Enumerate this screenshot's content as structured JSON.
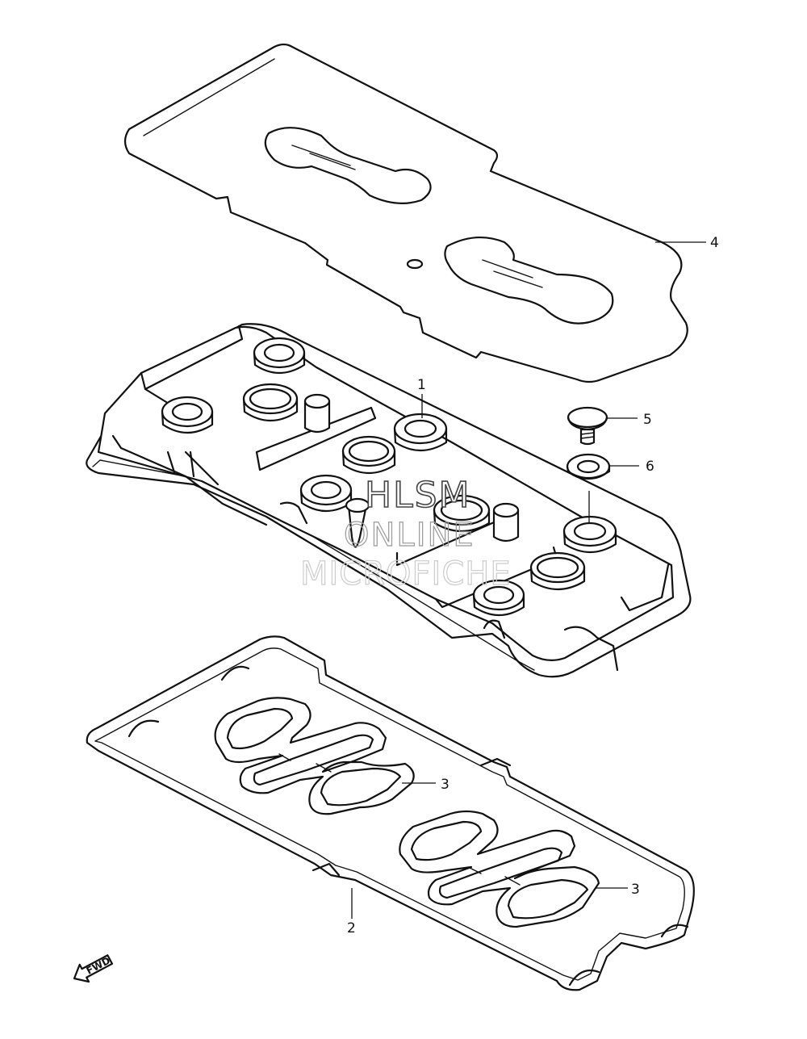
{
  "callouts": [
    {
      "id": "1",
      "label": "1"
    },
    {
      "id": "2",
      "label": "2"
    },
    {
      "id": "3a",
      "label": "3"
    },
    {
      "id": "3b",
      "label": "3"
    },
    {
      "id": "4",
      "label": "4"
    },
    {
      "id": "5",
      "label": "5"
    },
    {
      "id": "6",
      "label": "6"
    }
  ],
  "watermark": {
    "line1": "HLSM",
    "line2": "ONLINE",
    "line3": "MICROFICHE"
  },
  "direction_arrow": {
    "label": "FWD",
    "icon": "fwd-arrow-icon"
  }
}
